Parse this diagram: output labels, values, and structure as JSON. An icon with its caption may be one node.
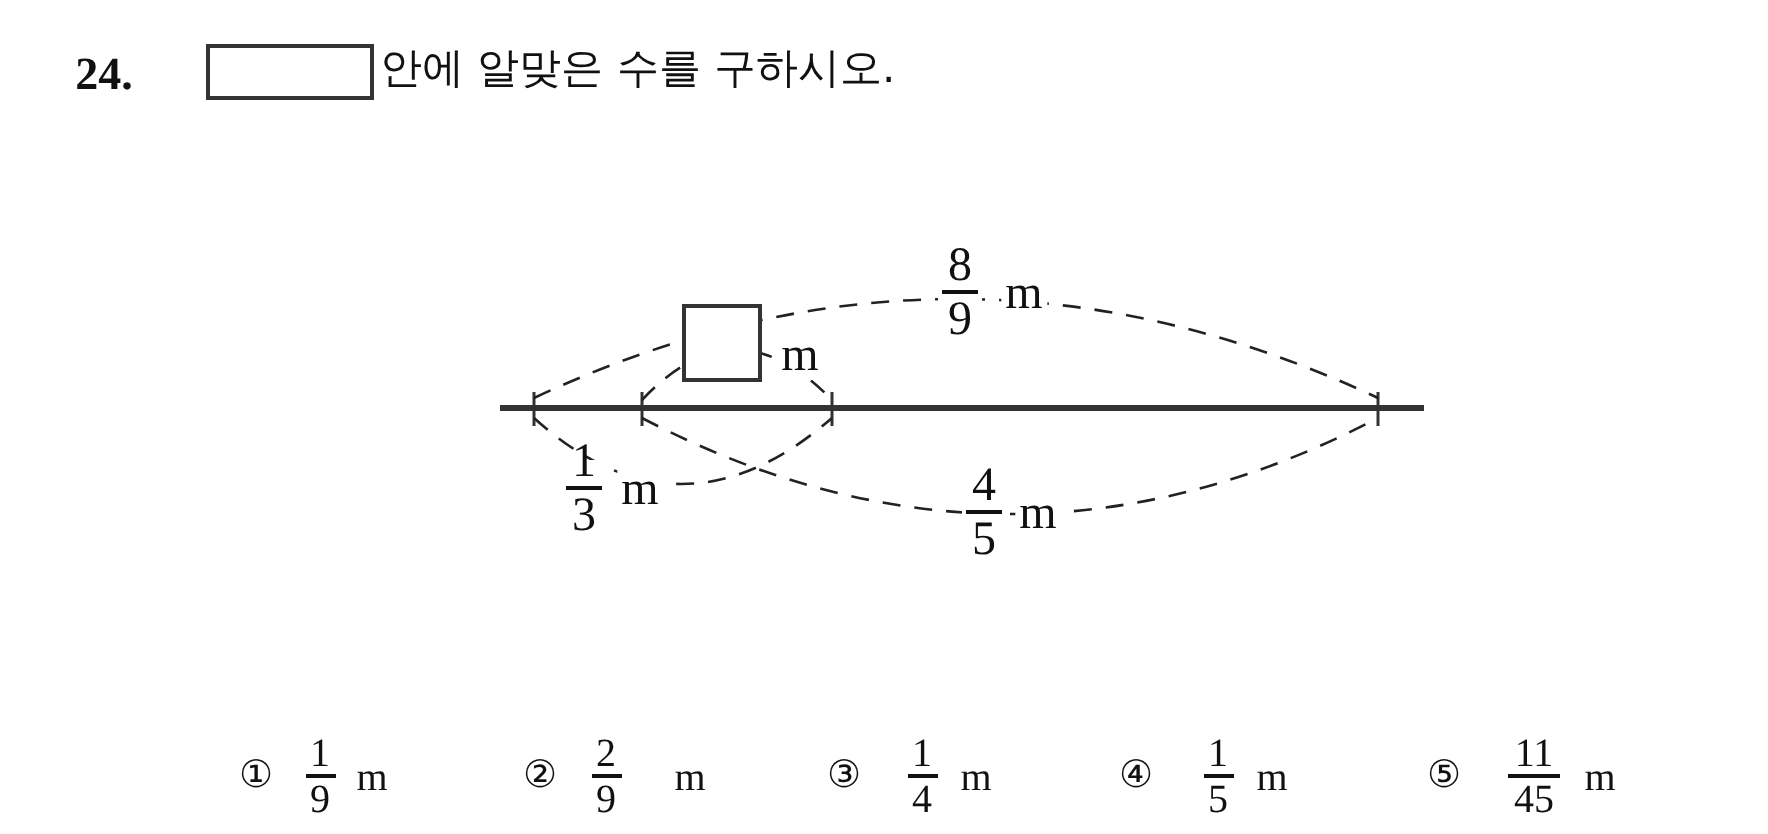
{
  "diagram": {
    "title": "안에 알맞은 수를 구하시오.",
    "labels": [
      "24.",
      "8",
      "9",
      "m",
      "m",
      "1",
      "3",
      "m",
      "4",
      "5",
      "m",
      "①",
      "1",
      "9",
      "m",
      "②",
      "2",
      "9",
      "m",
      "③",
      "1",
      "4",
      "m",
      "④",
      "1",
      "5",
      "m",
      "⑤",
      "11",
      "45",
      "m"
    ]
  }
}
